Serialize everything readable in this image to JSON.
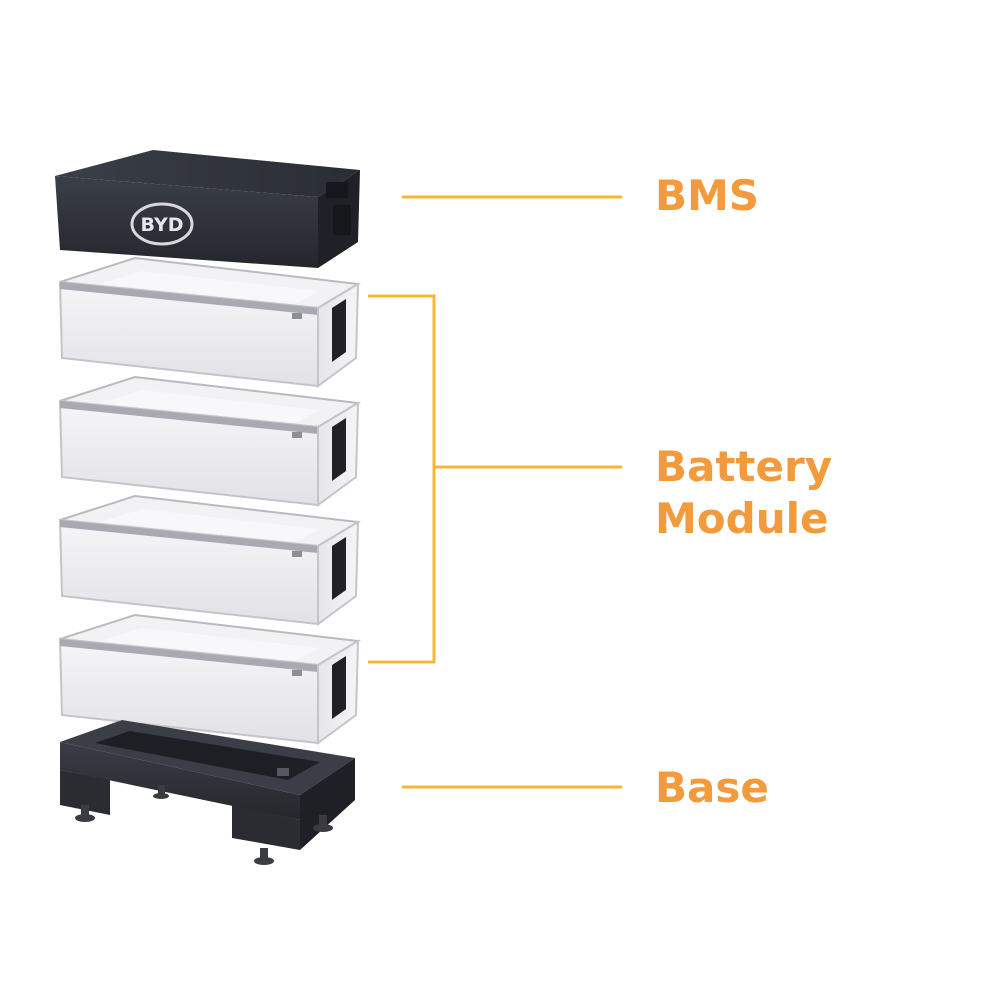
{
  "colors": {
    "accent": "#f7b733",
    "label": "#f39a3c",
    "bms_body": "#2e3139",
    "module_body": "#eeeef0",
    "base_body": "#30333a"
  },
  "labels": {
    "bms": "BMS",
    "battery_line1": "Battery",
    "battery_line2": "Module",
    "base": "Base"
  },
  "logo_text": "BYD",
  "module_count": 4
}
